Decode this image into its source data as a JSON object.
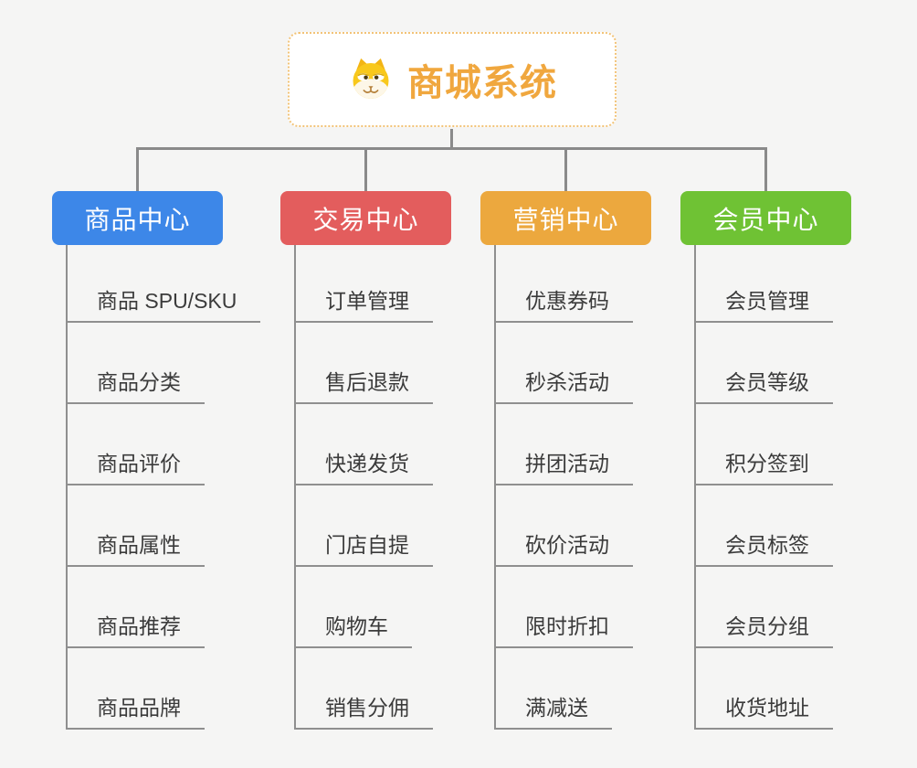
{
  "root": {
    "title": "商城系统",
    "icon": "doge-face-icon",
    "accent_color": "#f0a73e",
    "border_color": "#f2c377"
  },
  "canvas": {
    "background_color": "#f5f5f4",
    "connector_color": "#8a8a8a"
  },
  "branches": [
    {
      "label": "商品中心",
      "color": "#3d87e8",
      "items": [
        "商品 SPU/SKU",
        "商品分类",
        "商品评价",
        "商品属性",
        "商品推荐",
        "商品品牌"
      ]
    },
    {
      "label": "交易中心",
      "color": "#e35d5d",
      "items": [
        "订单管理",
        "售后退款",
        "快递发货",
        "门店自提",
        "购物车",
        "销售分佣"
      ]
    },
    {
      "label": "营销中心",
      "color": "#eca83e",
      "items": [
        "优惠券码",
        "秒杀活动",
        "拼团活动",
        "砍价活动",
        "限时折扣",
        "满减送"
      ]
    },
    {
      "label": "会员中心",
      "color": "#6fc234",
      "items": [
        "会员管理",
        "会员等级",
        "积分签到",
        "会员标签",
        "会员分组",
        "收货地址"
      ]
    }
  ]
}
